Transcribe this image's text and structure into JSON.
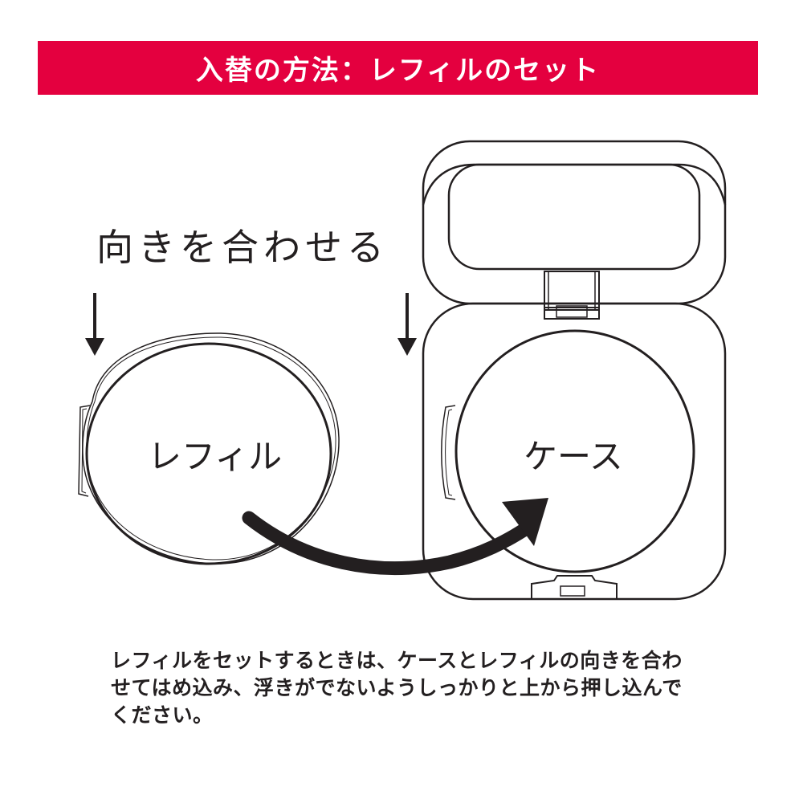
{
  "banner": {
    "title": "入替の方法：レフィルのセット",
    "color": "#e4003f"
  },
  "heading": {
    "text": "向きを合わせる"
  },
  "illustration": {
    "refill_label": "レフィル",
    "case_label": "ケース",
    "icons": [
      "down-arrow-icon",
      "down-arrow-icon",
      "curved-arrow-icon"
    ]
  },
  "description": {
    "text": "レフィルをセットするときは、ケースとレフィルの向きを合わせてはめ込み、浮きがでないようしっかりと上から押し込んでください。"
  }
}
